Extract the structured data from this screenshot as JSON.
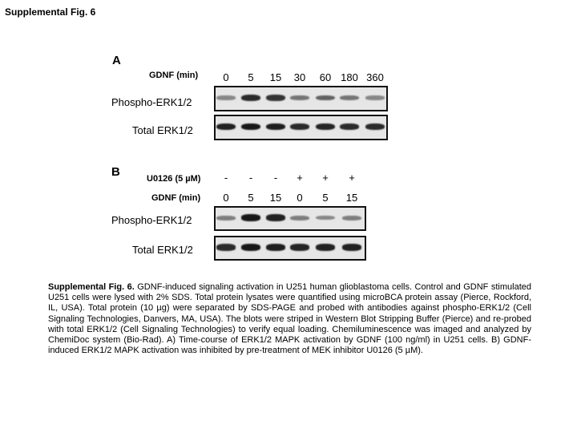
{
  "header": "Supplemental Fig. 6",
  "panel_a": {
    "letter": "A",
    "gdnf_label": "GDNF (min)",
    "timepoints": [
      "0",
      "5",
      "15",
      "30",
      "60",
      "180",
      "360"
    ],
    "rows": [
      {
        "label": "Phospho-ERK1/2",
        "intensity": [
          0.35,
          0.85,
          0.8,
          0.45,
          0.55,
          0.45,
          0.35
        ]
      },
      {
        "label": "Total ERK1/2",
        "intensity": [
          0.9,
          0.95,
          0.92,
          0.85,
          0.88,
          0.85,
          0.85
        ]
      }
    ]
  },
  "panel_b": {
    "letter": "B",
    "inhibitor_label": "U0126 (5 µM)",
    "inhibitor_values": [
      "-",
      "-",
      "-",
      "+",
      "+",
      "+"
    ],
    "gdnf_label": "GDNF (min)",
    "timepoints": [
      "0",
      "5",
      "15",
      "0",
      "5",
      "15"
    ],
    "rows": [
      {
        "label": "Phospho-ERK1/2",
        "intensity": [
          0.4,
          0.95,
          0.9,
          0.4,
          0.35,
          0.4
        ]
      },
      {
        "label": "Total ERK1/2",
        "intensity": [
          0.85,
          0.95,
          0.92,
          0.88,
          0.9,
          0.9
        ]
      }
    ]
  },
  "caption": {
    "title": "Supplemental Fig. 6.",
    "text": " GDNF-induced signaling activation in U251 human glioblastoma cells. Control and GDNF stimulated U251 cells were lysed with 2% SDS. Total protein lysates were quantified using microBCA protein assay (Pierce, Rockford, IL, USA). Total protein (10 µg) were separated by SDS-PAGE and probed with antibodies against phospho-ERK1/2 (Cell Signaling Technologies, Danvers, MA, USA). The blots were striped in Western Blot Stripping Buffer (Pierce) and re-probed with total ERK1/2 (Cell Signaling Technologies) to verify equal loading. Chemiluminescence was imaged and analyzed by ChemiDoc system (Bio-Rad). A) Time-course of ERK1/2 MAPK activation by GDNF (100 ng/ml) in U251 cells. B) GDNF-induced ERK1/2 MAPK activation was inhibited by pre-treatment of MEK inhibitor U0126 (5 µM)."
  }
}
